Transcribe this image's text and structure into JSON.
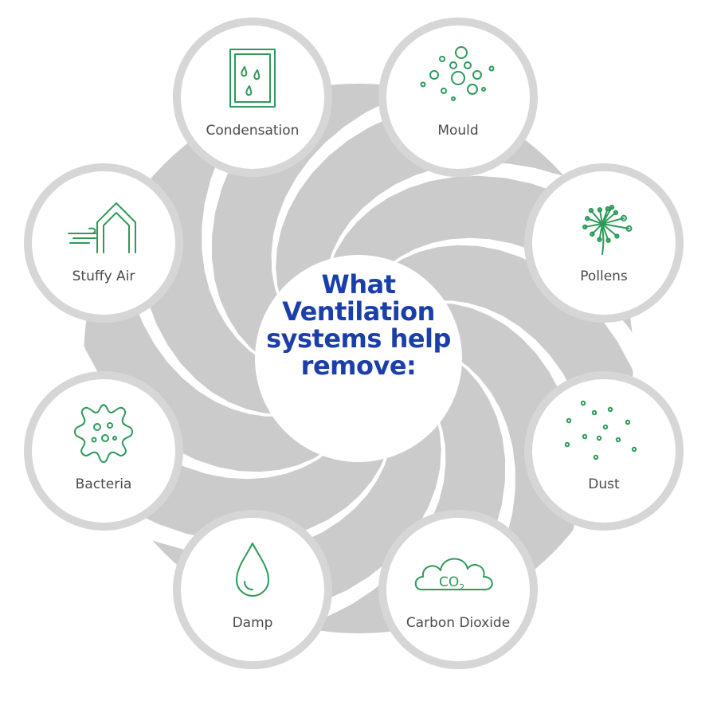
{
  "title": {
    "lines": [
      "What",
      "Ventilation",
      "systems help",
      "remove:"
    ]
  },
  "items": [
    {
      "id": "condensation",
      "label": "Condensation",
      "icon": "condensation-window-icon"
    },
    {
      "id": "mould",
      "label": "Mould",
      "icon": "mould-spores-icon"
    },
    {
      "id": "pollens",
      "label": "Pollens",
      "icon": "dandelion-icon"
    },
    {
      "id": "dust",
      "label": "Dust",
      "icon": "dust-particles-icon"
    },
    {
      "id": "carbon-dioxide",
      "label": "Carbon Dioxide",
      "icon": "co2-cloud-icon",
      "icon_text": "CO",
      "icon_sub": "2"
    },
    {
      "id": "damp",
      "label": "Damp",
      "icon": "water-drop-icon"
    },
    {
      "id": "bacteria",
      "label": "Bacteria",
      "icon": "bacteria-icon"
    },
    {
      "id": "stuffy-air",
      "label": "Stuffy Air",
      "icon": "house-wind-icon"
    }
  ],
  "colors": {
    "title": "#1a3fa8",
    "icon": "#2e9a5a",
    "ring": "#d6d6d6",
    "swirl": "#cbcbcb",
    "label": "#4a4a4a"
  }
}
